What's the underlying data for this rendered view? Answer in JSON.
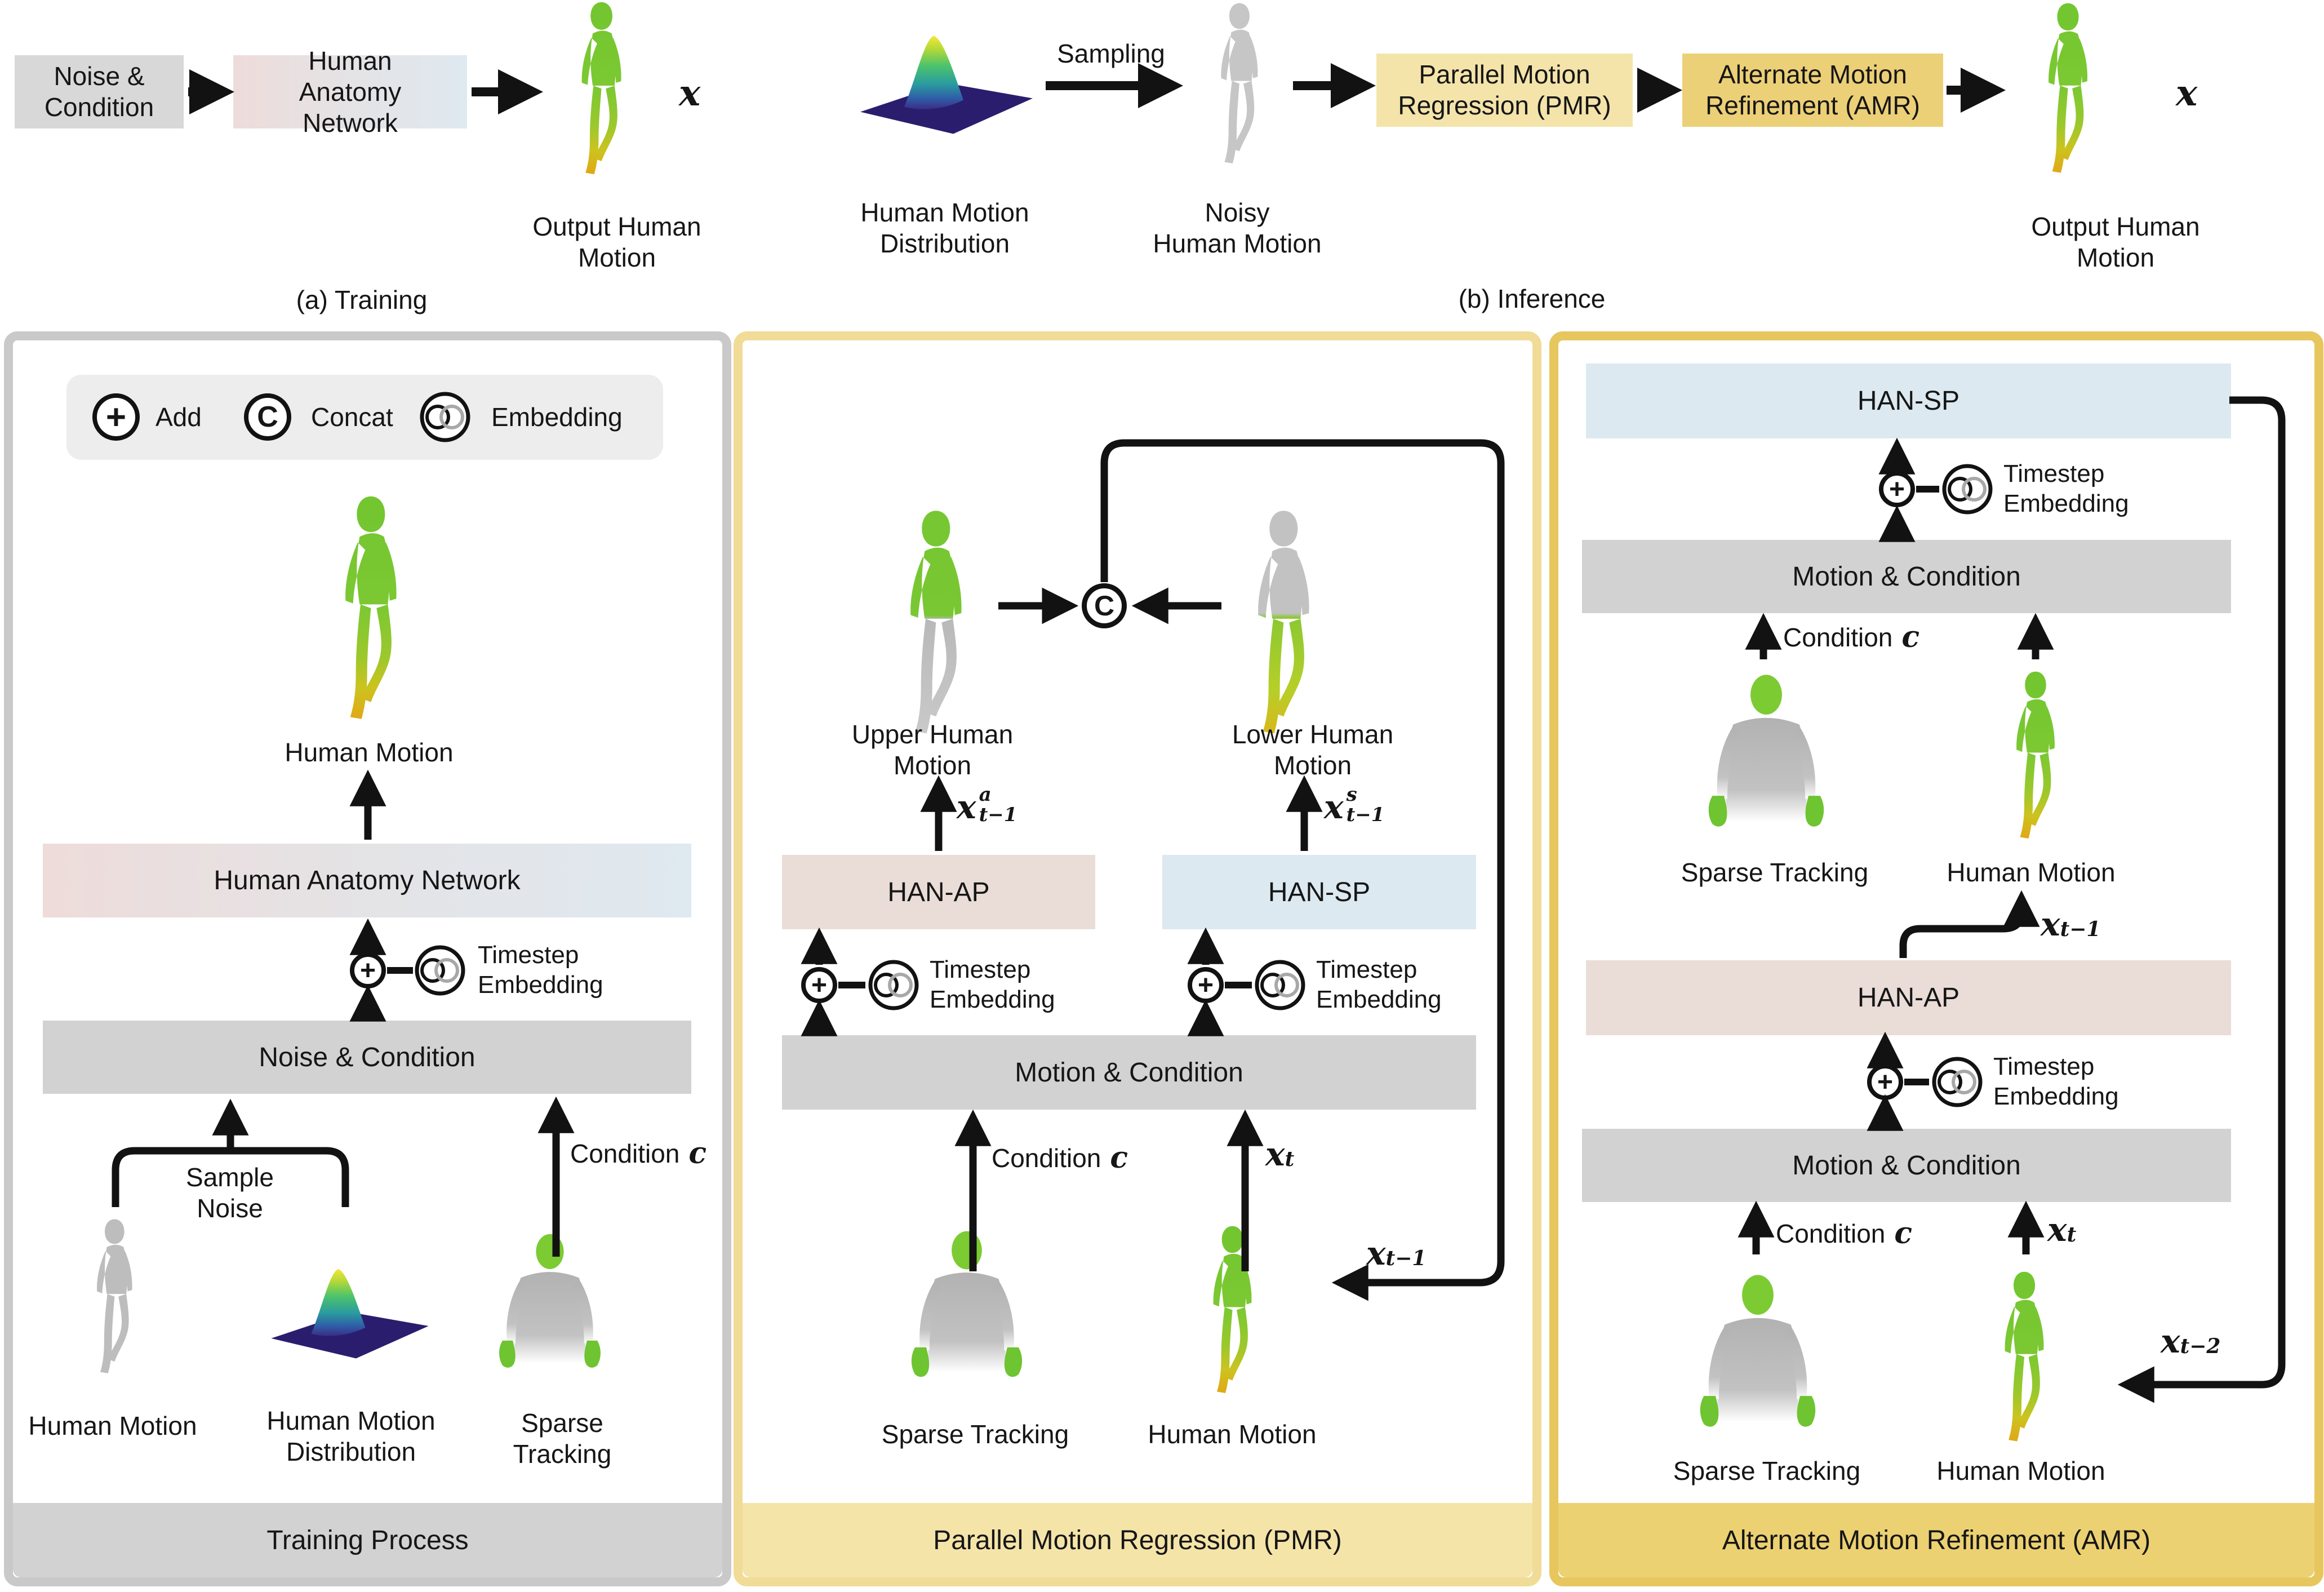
{
  "colors": {
    "gray_box": "#d8d8d8",
    "gray_bar": "#d2d2d2",
    "panel1_border": "#c9c9c9",
    "panel2_border": "#f1dc97",
    "panel3_border": "#e7c65e",
    "pmr_box": "#f4e4aa",
    "amr_box": "#ecd077",
    "pmr_footer": "#f4e4a8",
    "amr_footer": "#ecd172",
    "han_ap": "#eadcd7",
    "han_sp": "#dde9f1",
    "legend_bg": "#ededed",
    "line": "#121212",
    "figure_green": "#7cc832",
    "figure_gray": "#bdbdbd"
  },
  "symbols": {
    "plus": "+",
    "concat": "C"
  },
  "labels": {
    "timestep_line1": "Timestep",
    "timestep_line2": "Embedding",
    "motion_condition": "Motion & Condition",
    "noise_condition": "Noise & Condition",
    "human_anatomy_network": "Human Anatomy Network",
    "condition": "Condition",
    "sparse_tracking": "Sparse Tracking",
    "human_motion": "Human Motion",
    "han_ap": "HAN-AP",
    "han_sp": "HAN-SP",
    "output_line1": "Output Human",
    "output_line2": "Motion"
  },
  "math": {
    "x": "x",
    "c": "c",
    "t": "t",
    "tm1": "t−1",
    "tm2": "t−2",
    "a": "a",
    "s": "s"
  },
  "top": {
    "caption_a": "(a) Training",
    "caption_b": "(b) Inference",
    "sampling": "Sampling",
    "dist_line1": "Human Motion",
    "dist_line2": "Distribution",
    "noisy_line1": "Noisy",
    "noisy_line2": "Human Motion",
    "pmr_line1": "Parallel Motion",
    "pmr_line2": "Regression (PMR)",
    "amr_line1": "Alternate Motion",
    "amr_line2": "Refinement (AMR)"
  },
  "legend": {
    "add": "Add",
    "concat": "Concat",
    "embedding": "Embedding"
  },
  "training": {
    "sample_line1": "Sample",
    "sample_line2": "Noise",
    "dist_line1": "Human Motion",
    "dist_line2": "Distribution",
    "sparse_line1": "Sparse",
    "sparse_line2": "Tracking",
    "footer": "Training Process"
  },
  "pmr": {
    "upper_line1": "Upper Human",
    "upper_line2": "Motion",
    "lower_line1": "Lower Human",
    "lower_line2": "Motion",
    "footer": "Parallel Motion Regression (PMR)"
  },
  "amr": {
    "footer": "Alternate Motion Refinement (AMR)"
  }
}
